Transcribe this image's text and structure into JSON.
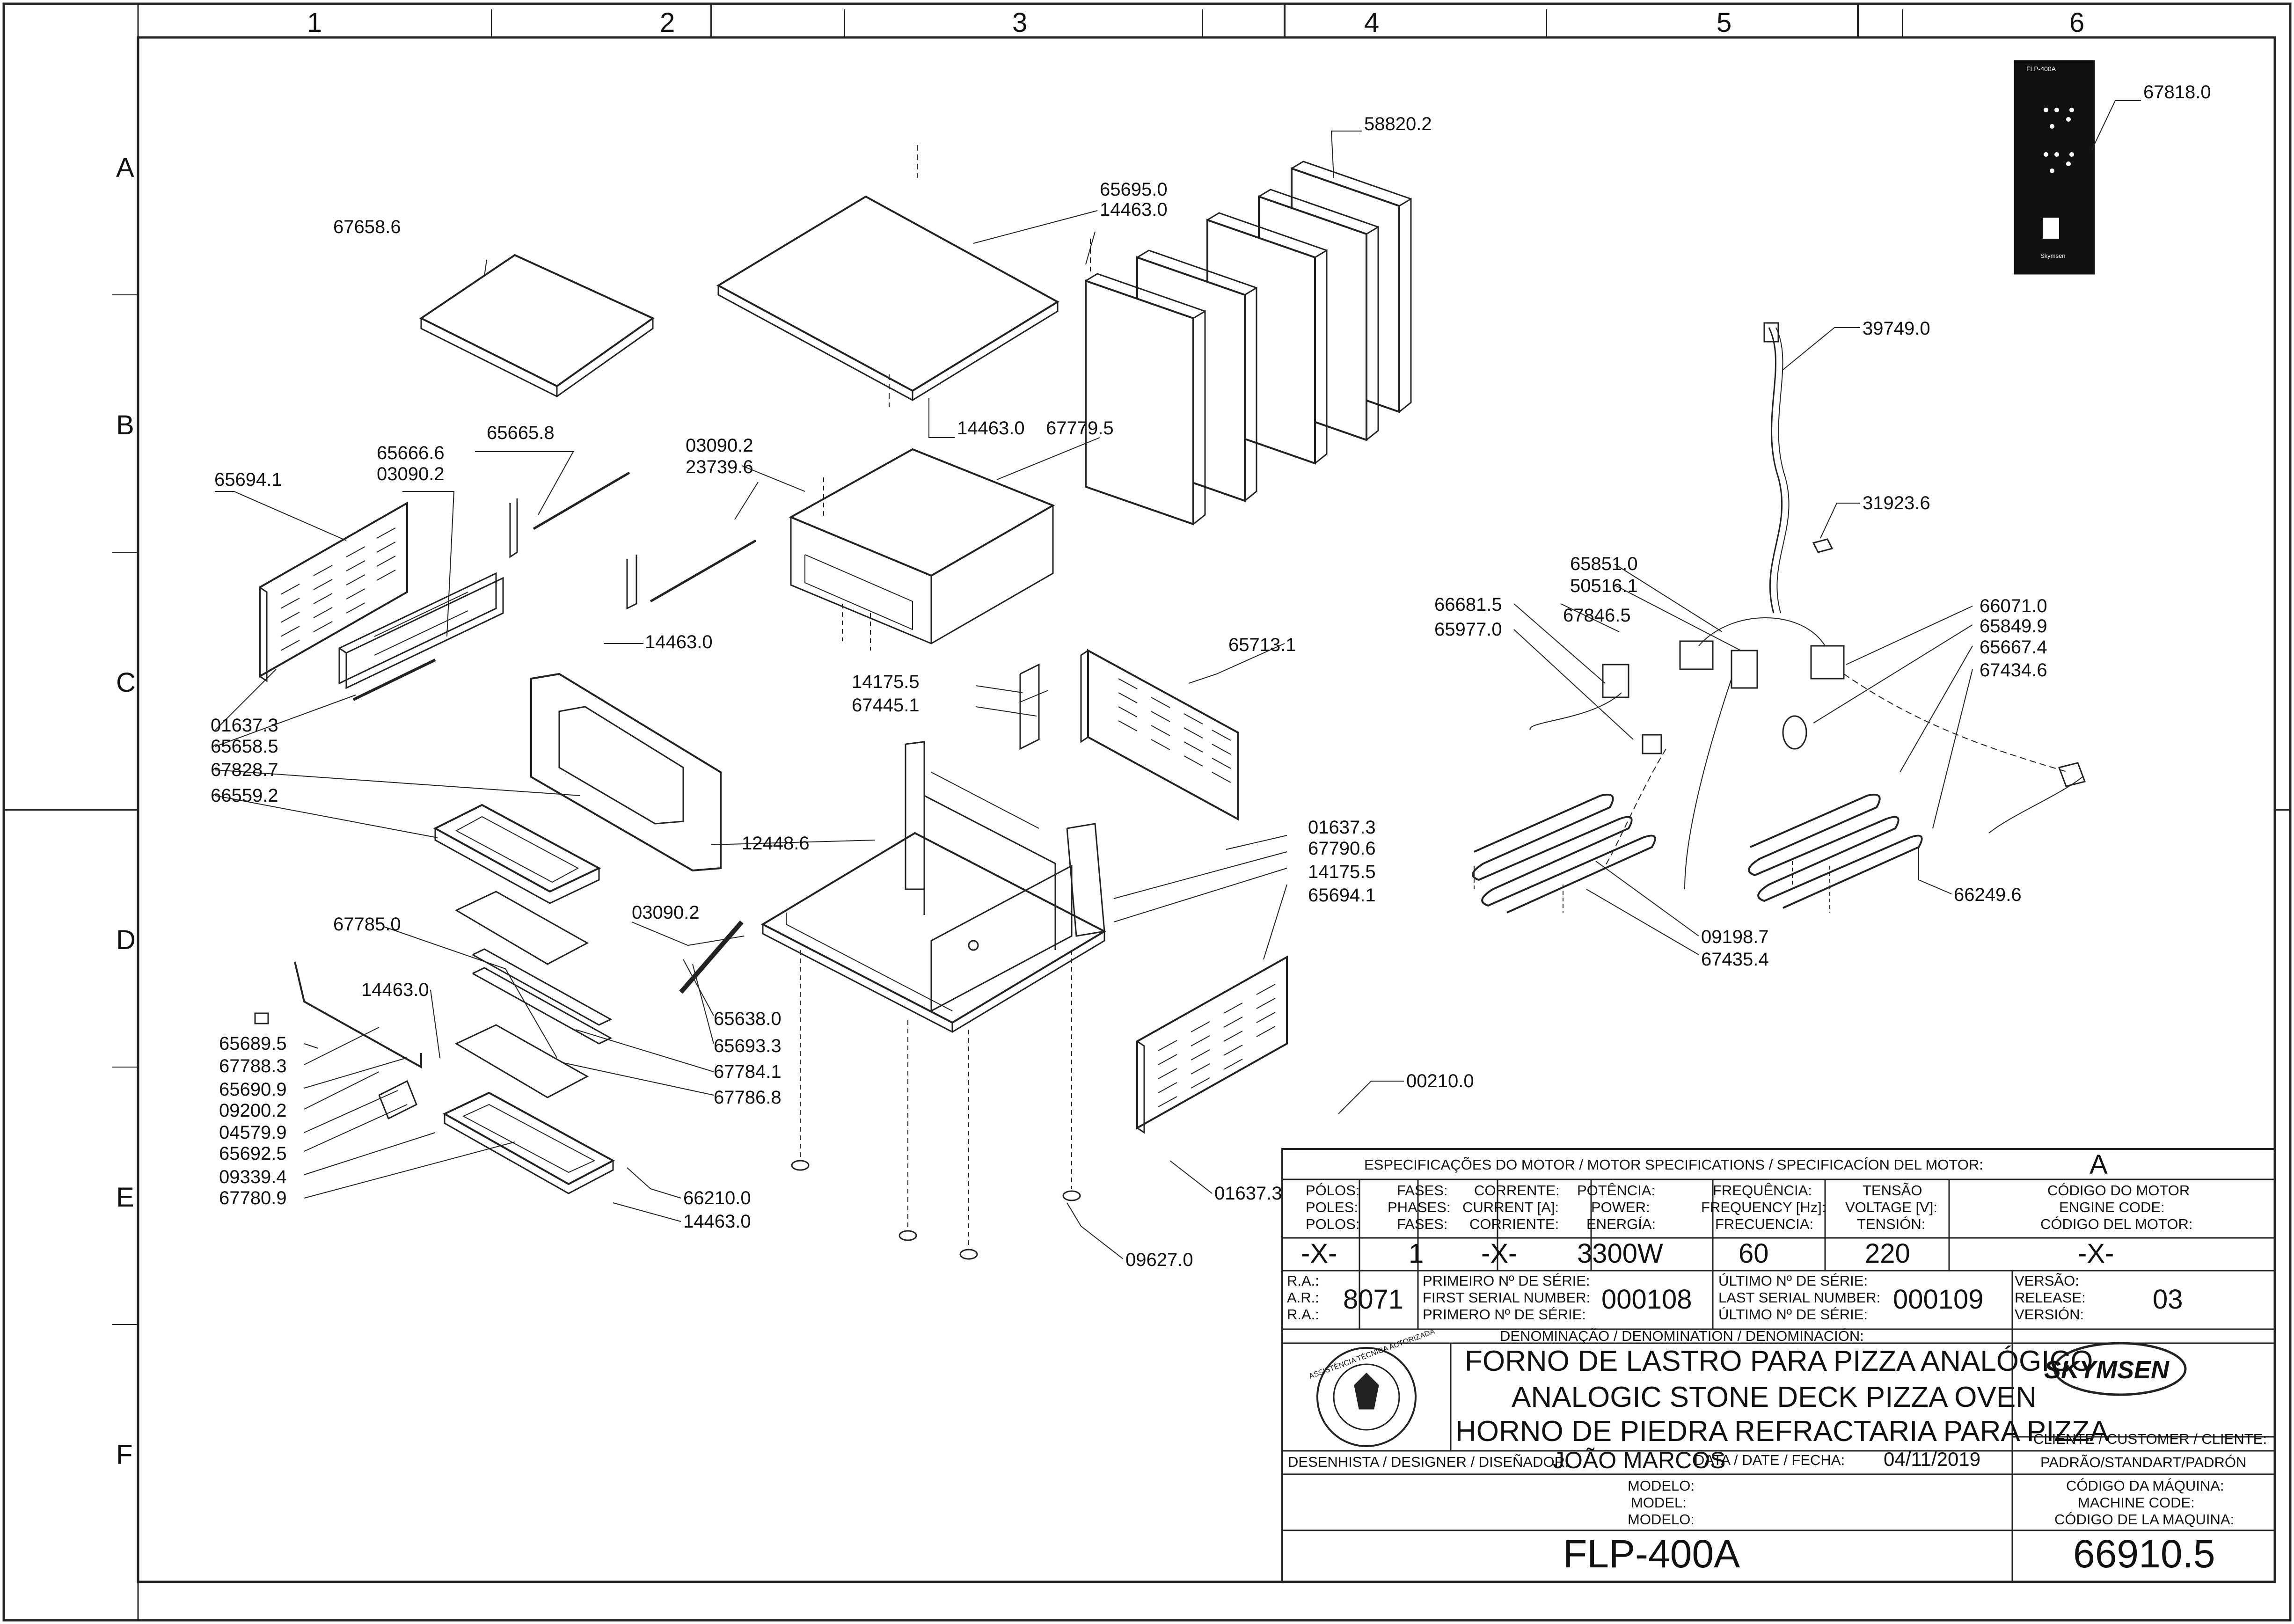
{
  "grid": {
    "columns": [
      "1",
      "2",
      "3",
      "4",
      "5",
      "6"
    ],
    "rows": [
      "A",
      "B",
      "C",
      "D",
      "E",
      "F"
    ]
  },
  "parts": {
    "p58820_2": "58820.2",
    "p67658_6": "67658.6",
    "p65695_0": "65695.0",
    "p14463_0_top": "14463.0",
    "p14463_0_b": "14463.0",
    "p67779_5": "67779.5",
    "p65666_6": "65666.6",
    "p03090_2_a": "03090.2",
    "p65665_8": "65665.8",
    "p03090_2_b": "03090.2",
    "p23739_6": "23739.6",
    "p65694_1_a": "65694.1",
    "p14463_0_c": "14463.0",
    "p14175_5_a": "14175.5",
    "p67445_1": "67445.1",
    "p65713_1": "65713.1",
    "p01637_3_a": "01637.3",
    "p65658_5": "65658.5",
    "p67828_7": "67828.7",
    "p66559_2": "66559.2",
    "p12448_6": "12448.6",
    "p01637_3_b": "01637.3",
    "p67790_6": "67790.6",
    "p14175_5_b": "14175.5",
    "p65694_1_b": "65694.1",
    "p03090_2_c": "03090.2",
    "p67785_0": "67785.0",
    "p14463_0_d": "14463.0",
    "p65638_0": "65638.0",
    "p65693_3": "65693.3",
    "p67784_1": "67784.1",
    "p67786_8": "67786.8",
    "p65689_5": "65689.5",
    "p67788_3": "67788.3",
    "p65690_9": "65690.9",
    "p09200_2": "09200.2",
    "p04579_9": "04579.9",
    "p65692_5": "65692.5",
    "p09339_4": "09339.4",
    "p67780_9": "67780.9",
    "p66210_0": "66210.0",
    "p14463_0_e": "14463.0",
    "p00210_0": "00210.0",
    "p01637_3_c": "01637.3",
    "p09627_0": "09627.0",
    "p67818_0": "67818.0",
    "p39749_0": "39749.0",
    "p31923_6": "31923.6",
    "p65851_0": "65851.0",
    "p50516_1": "50516.1",
    "p66681_5": "66681.5",
    "p65977_0": "65977.0",
    "p67846_5": "67846.5",
    "p66071_0": "66071.0",
    "p65849_9": "65849.9",
    "p65667_4": "65667.4",
    "p67434_6": "67434.6",
    "p66249_6": "66249.6",
    "p09198_7": "09198.7",
    "p67435_4": "67435.4"
  },
  "panel": {
    "title": "FLP-400A",
    "brand": "Skymsen"
  },
  "title_block": {
    "motor_header": "ESPECIFICAÇÕES DO MOTOR / MOTOR SPECIFICATIONS / SPECIFICACÍON DEL MOTOR:",
    "motor_code_value_top": "A",
    "poles": [
      "PÓLOS:",
      "POLES:",
      "POLOS:"
    ],
    "phases": [
      "FASES:",
      "PHASES:",
      "FASES:"
    ],
    "current": [
      "CORRENTE:",
      "CURRENT [A]:",
      "CORRIENTE:"
    ],
    "power": [
      "POTÊNCIA:",
      "POWER:",
      "ENERGÍA:"
    ],
    "frequency": [
      "FREQUÊNCIA:",
      "FREQUENCY [Hz]:",
      "FRECUENCIA:"
    ],
    "voltage": [
      "TENSÃO",
      "VOLTAGE [V]:",
      "TENSIÓN:"
    ],
    "motor_code": [
      "CÓDIGO DO MOTOR",
      "ENGINE CODE:",
      "CÓDIGO DEL MOTOR:"
    ],
    "poles_value": "-X-",
    "phases_value": "1",
    "current_value": "-X-",
    "power_value": "3300W",
    "frequency_value": "60",
    "voltage_value": "220",
    "motor_code_value": "-X-",
    "ra_labels": [
      "R.A.:",
      "A.R.:",
      "R.A.:"
    ],
    "ra_value": "8071",
    "first_serial_labels": [
      "PRIMEIRO Nº DE SÉRIE:",
      "FIRST SERIAL NUMBER:",
      "PRIMERO Nº DE SÉRIE:"
    ],
    "first_serial_value": "000108",
    "last_serial_labels": [
      "ÚLTIMO Nº DE SÉRIE:",
      "LAST SERIAL NUMBER:",
      "ÚLTIMO Nº DE SÉRIE:"
    ],
    "last_serial_value": "000109",
    "version_labels": [
      "VERSÃO:",
      "RELEASE:",
      "VERSIÓN:"
    ],
    "version_value": "03",
    "denomination_label": "DENOMINAÇÃO / DENOMINATION / DENOMINACIÓN:",
    "name_pt": "FORNO DE LASTRO PARA PIZZA ANALÓGICO",
    "name_en": "ANALOGIC STONE DECK PIZZA OVEN",
    "name_es": "HORNO DE PIEDRA REFRACTARIA PARA PIZZA",
    "brand_logo": "SKYMSEN",
    "stamp_text": "ASSISTÊNCIA TÉCNICA AUTORIZADA",
    "designer_label": "DESENHISTA / DESIGNER / DISEÑADOR:",
    "designer_value": "JOÃO MARCOS",
    "date_label": "DATA / DATE / FECHA:",
    "date_value": "04/11/2019",
    "client_label": "CLIENTE / CUSTOMER / CLIENTE:",
    "client_value": "PADRÃO/STANDART/PADRÓN",
    "model_labels": [
      "MODELO:",
      "MODEL:",
      "MODELO:"
    ],
    "model_value": "FLP-400A",
    "machine_code_labels": [
      "CÓDIGO DA MÁQUINA:",
      "MACHINE CODE:",
      "CÓDIGO DE LA MAQUINA:"
    ],
    "machine_code_value": "66910.5"
  }
}
